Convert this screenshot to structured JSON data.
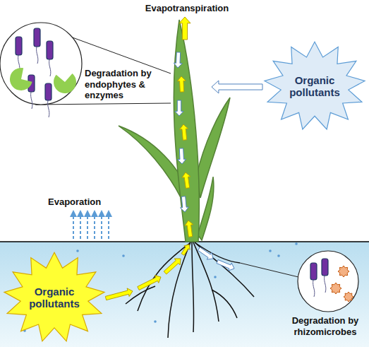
{
  "diagram": {
    "nodes": [
      {
        "text": [
          "Organic pollutants"
        ]
      },
      {
        "text": [
          "Organic pollutants"
        ]
      }
    ],
    "labels": [
      "Evapotranspiration",
      "Degradation by endophytes & enzymes",
      "Evaporation",
      "Degradation by rhizomicrobes"
    ]
  }
}
